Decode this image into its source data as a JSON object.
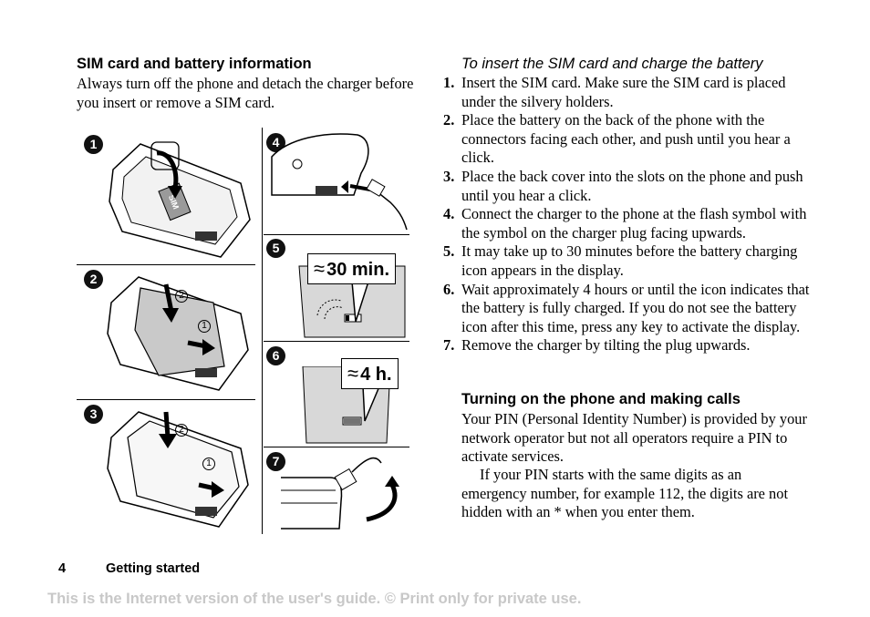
{
  "left": {
    "heading": "SIM card and battery information",
    "intro": "Always turn off the phone and detach the charger before you insert or remove a SIM card."
  },
  "figure": {
    "panel_numbers": [
      "1",
      "2",
      "3",
      "4",
      "5",
      "6",
      "7"
    ],
    "sim_label": "SIM",
    "callout_30min": {
      "approx": "≈",
      "text": "30 min."
    },
    "callout_4h": {
      "approx": "≈",
      "text": "4 h."
    },
    "small_steps": [
      "1",
      "2"
    ]
  },
  "right": {
    "heading": "To insert the SIM card and charge the battery",
    "steps": [
      {
        "num": "1.",
        "text": "Insert the SIM card. Make sure the SIM card is placed under the silvery holders."
      },
      {
        "num": "2.",
        "text": "Place the battery on the back of the phone with the connectors facing each other, and push until you hear a click."
      },
      {
        "num": "3.",
        "text": "Place the back cover into the slots on the phone and push until you hear a click."
      },
      {
        "num": "4.",
        "text": "Connect the charger to the phone at the flash symbol with the symbol on the charger plug facing upwards."
      },
      {
        "num": "5.",
        "text": "It may take up to 30 minutes before the battery charging icon appears in the display."
      },
      {
        "num": "6.",
        "text": "Wait approximately 4 hours or until the icon indicates that the battery is fully charged. If you do not see the battery icon after this time, press any key to activate the display."
      },
      {
        "num": "7.",
        "text": "Remove the charger by tilting the plug upwards."
      }
    ],
    "turn_on_heading": "Turning on the phone and making calls",
    "turn_on_p1": "Your PIN (Personal Identity Number) is provided by your network operator but not all operators require a PIN to activate services.",
    "turn_on_p2": "If your PIN starts with the same digits as an emergency number, for example 112, the digits are not hidden with an * when you enter them."
  },
  "footer": {
    "page_number": "4",
    "section": "Getting started",
    "disclaimer": "This is the Internet version of the user's guide. © Print only for private use."
  }
}
